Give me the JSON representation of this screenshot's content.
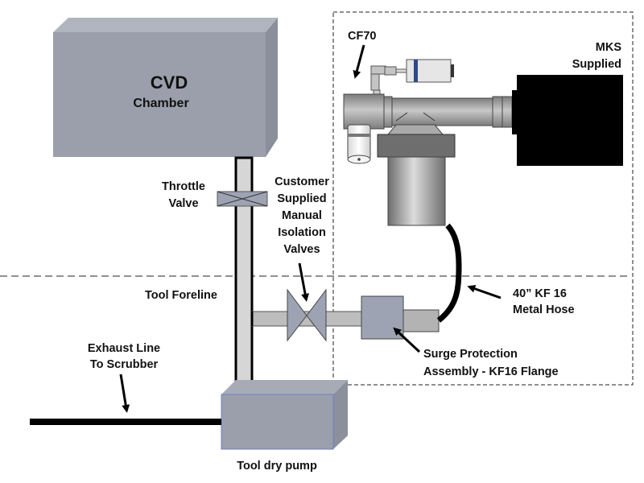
{
  "diagram": {
    "title_line1": "CVD",
    "title_line2": "Chamber",
    "labels": {
      "throttle_valve": [
        "Throttle",
        "Valve"
      ],
      "isolation_valves": [
        "Customer",
        "Supplied",
        "Manual",
        "Isolation",
        "Valves"
      ],
      "tool_foreline": "Tool Foreline",
      "exhaust_line": [
        "Exhaust Line",
        "To Scrubber"
      ],
      "tool_dry_pump": "Tool dry pump",
      "cf70": "CF70",
      "mks_supplied": [
        "MKS",
        "Supplied"
      ],
      "metal_hose": [
        "40” KF 16",
        "Metal Hose"
      ],
      "surge_protection": [
        "Surge Protection",
        "Assembly - KF16 Flange"
      ]
    },
    "colors": {
      "chamber_fill": "#9a9fab",
      "chamber_top": "#b3b7c0",
      "chamber_side": "#868b97",
      "pipe_fill": "#d6d6d6",
      "pipe_gray": "#b8b8b8",
      "valve_fill": "#9ea3b3",
      "pump_edge": "#6f7fc8",
      "black": "#000000"
    }
  }
}
